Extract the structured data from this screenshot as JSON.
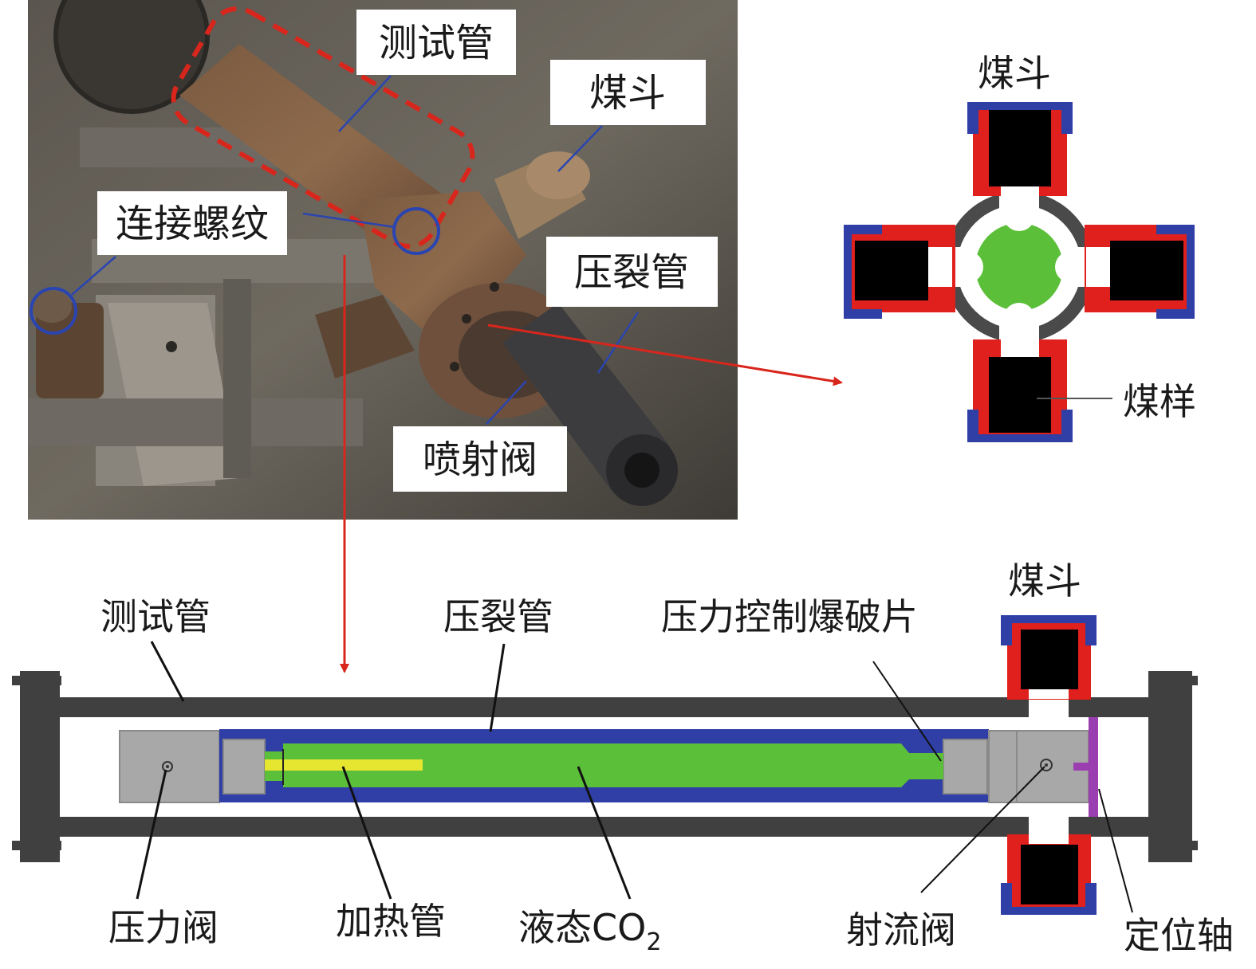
{
  "photo": {
    "test_tube": "测试管",
    "coal_hopper": "煤斗",
    "thread": "连接螺纹",
    "crack_tube": "压裂管",
    "jet_valve": "喷射阀"
  },
  "cross_section": {
    "coal_hopper": "煤斗",
    "coal_sample": "煤样"
  },
  "longitudinal": {
    "test_tube": "测试管",
    "crack_tube": "压裂管",
    "burst_disc": "压力控制爆破片",
    "coal_hopper": "煤斗",
    "pressure_valve": "压力阀",
    "heating_tube": "加热管",
    "liquid_co2": "液态CO",
    "liquid_co2_sub": "2",
    "jet_valve": "射流阀",
    "locating_shaft": "定位轴"
  },
  "colors": {
    "tube_wall": "#404040",
    "crack_tube_blue": "#2f3fa6",
    "co2_green": "#5cbf3a",
    "heater_yellow": "#e6e630",
    "hopper_red": "#e0201c",
    "hopper_blue": "#2f3fa6",
    "valve_grey": "#a8a8a8",
    "locating_purple": "#9b3fb0",
    "arrow_red": "#d9261c",
    "leader_blue": "#2b45b0"
  }
}
